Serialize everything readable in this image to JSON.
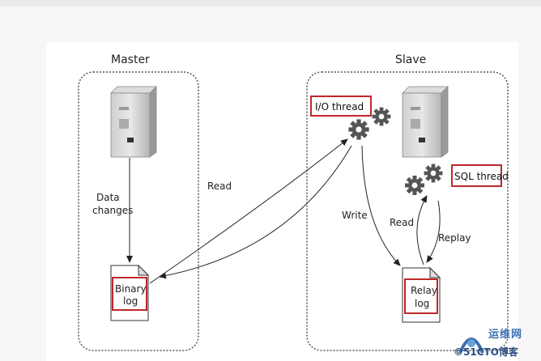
{
  "master": {
    "title": "Master"
  },
  "slave": {
    "title": "Slave"
  },
  "labels": {
    "data_changes_line1": "Data",
    "data_changes_line2": "changes",
    "read_master": "Read",
    "write": "Write",
    "read_slave": "Read",
    "replay": "Replay"
  },
  "binary_log": {
    "line1": "Binary",
    "line2": "log"
  },
  "relay_log": {
    "line1": "Relay",
    "line2": "log"
  },
  "io_thread": {
    "label": "I/O thread"
  },
  "sql_thread": {
    "label": "SQL thread"
  },
  "watermark": {
    "cn": "运维网",
    "site": "©51CTO博客"
  },
  "colors": {
    "highlight": "#c0272d",
    "arrow": "#222222",
    "dotted": "#555555"
  }
}
